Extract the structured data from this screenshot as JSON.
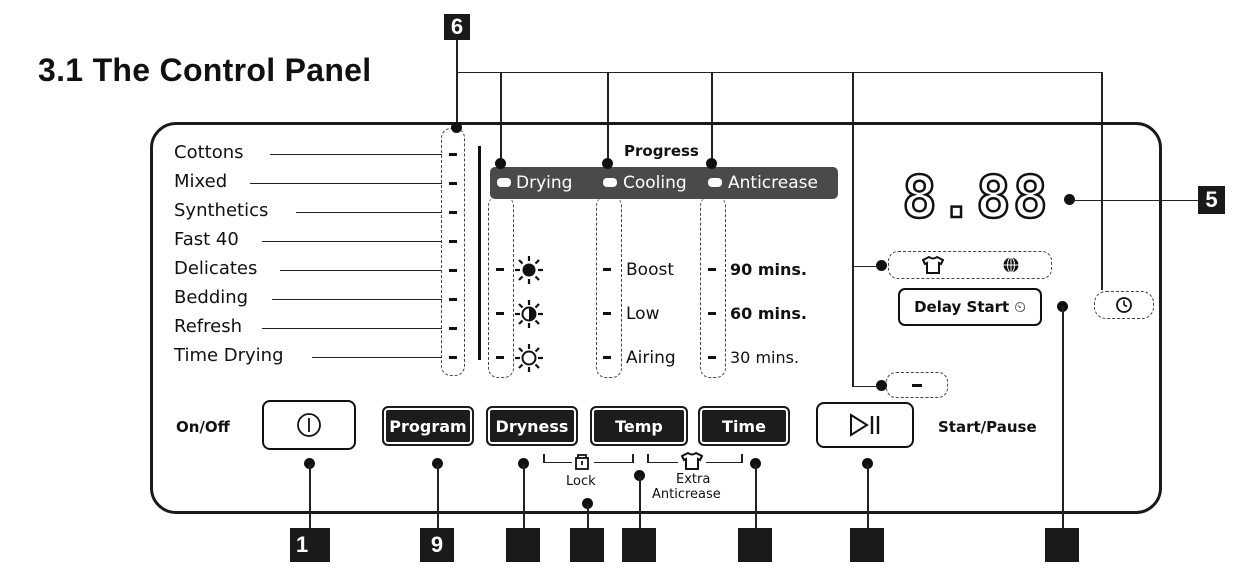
{
  "title": "3.1 The Control Panel",
  "programs": [
    "Cottons",
    "Mixed",
    "Synthetics",
    "Fast 40",
    "Delicates",
    "Bedding",
    "Refresh",
    "Time Drying"
  ],
  "progress": {
    "header": "Progress",
    "drying": "Drying",
    "cooling": "Cooling",
    "anticrease": "Anticrease"
  },
  "temp_options": [
    "Boost",
    "Low",
    "Airing"
  ],
  "time_options": [
    "90 mins.",
    "60 mins.",
    "30 mins."
  ],
  "display": "8.88",
  "buttons": {
    "onoff_label": "On/Off",
    "program": "Program",
    "dryness": "Dryness",
    "temp": "Temp",
    "time": "Time",
    "start_pause_label": "Start/Pause",
    "delay_start": "Delay Start"
  },
  "combo": {
    "lock": "Lock",
    "extra_anticrease_1": "Extra",
    "extra_anticrease_2": "Anticrease"
  },
  "callouts": {
    "c1": "1",
    "c5": "5",
    "c6": "6",
    "c9": "9"
  }
}
